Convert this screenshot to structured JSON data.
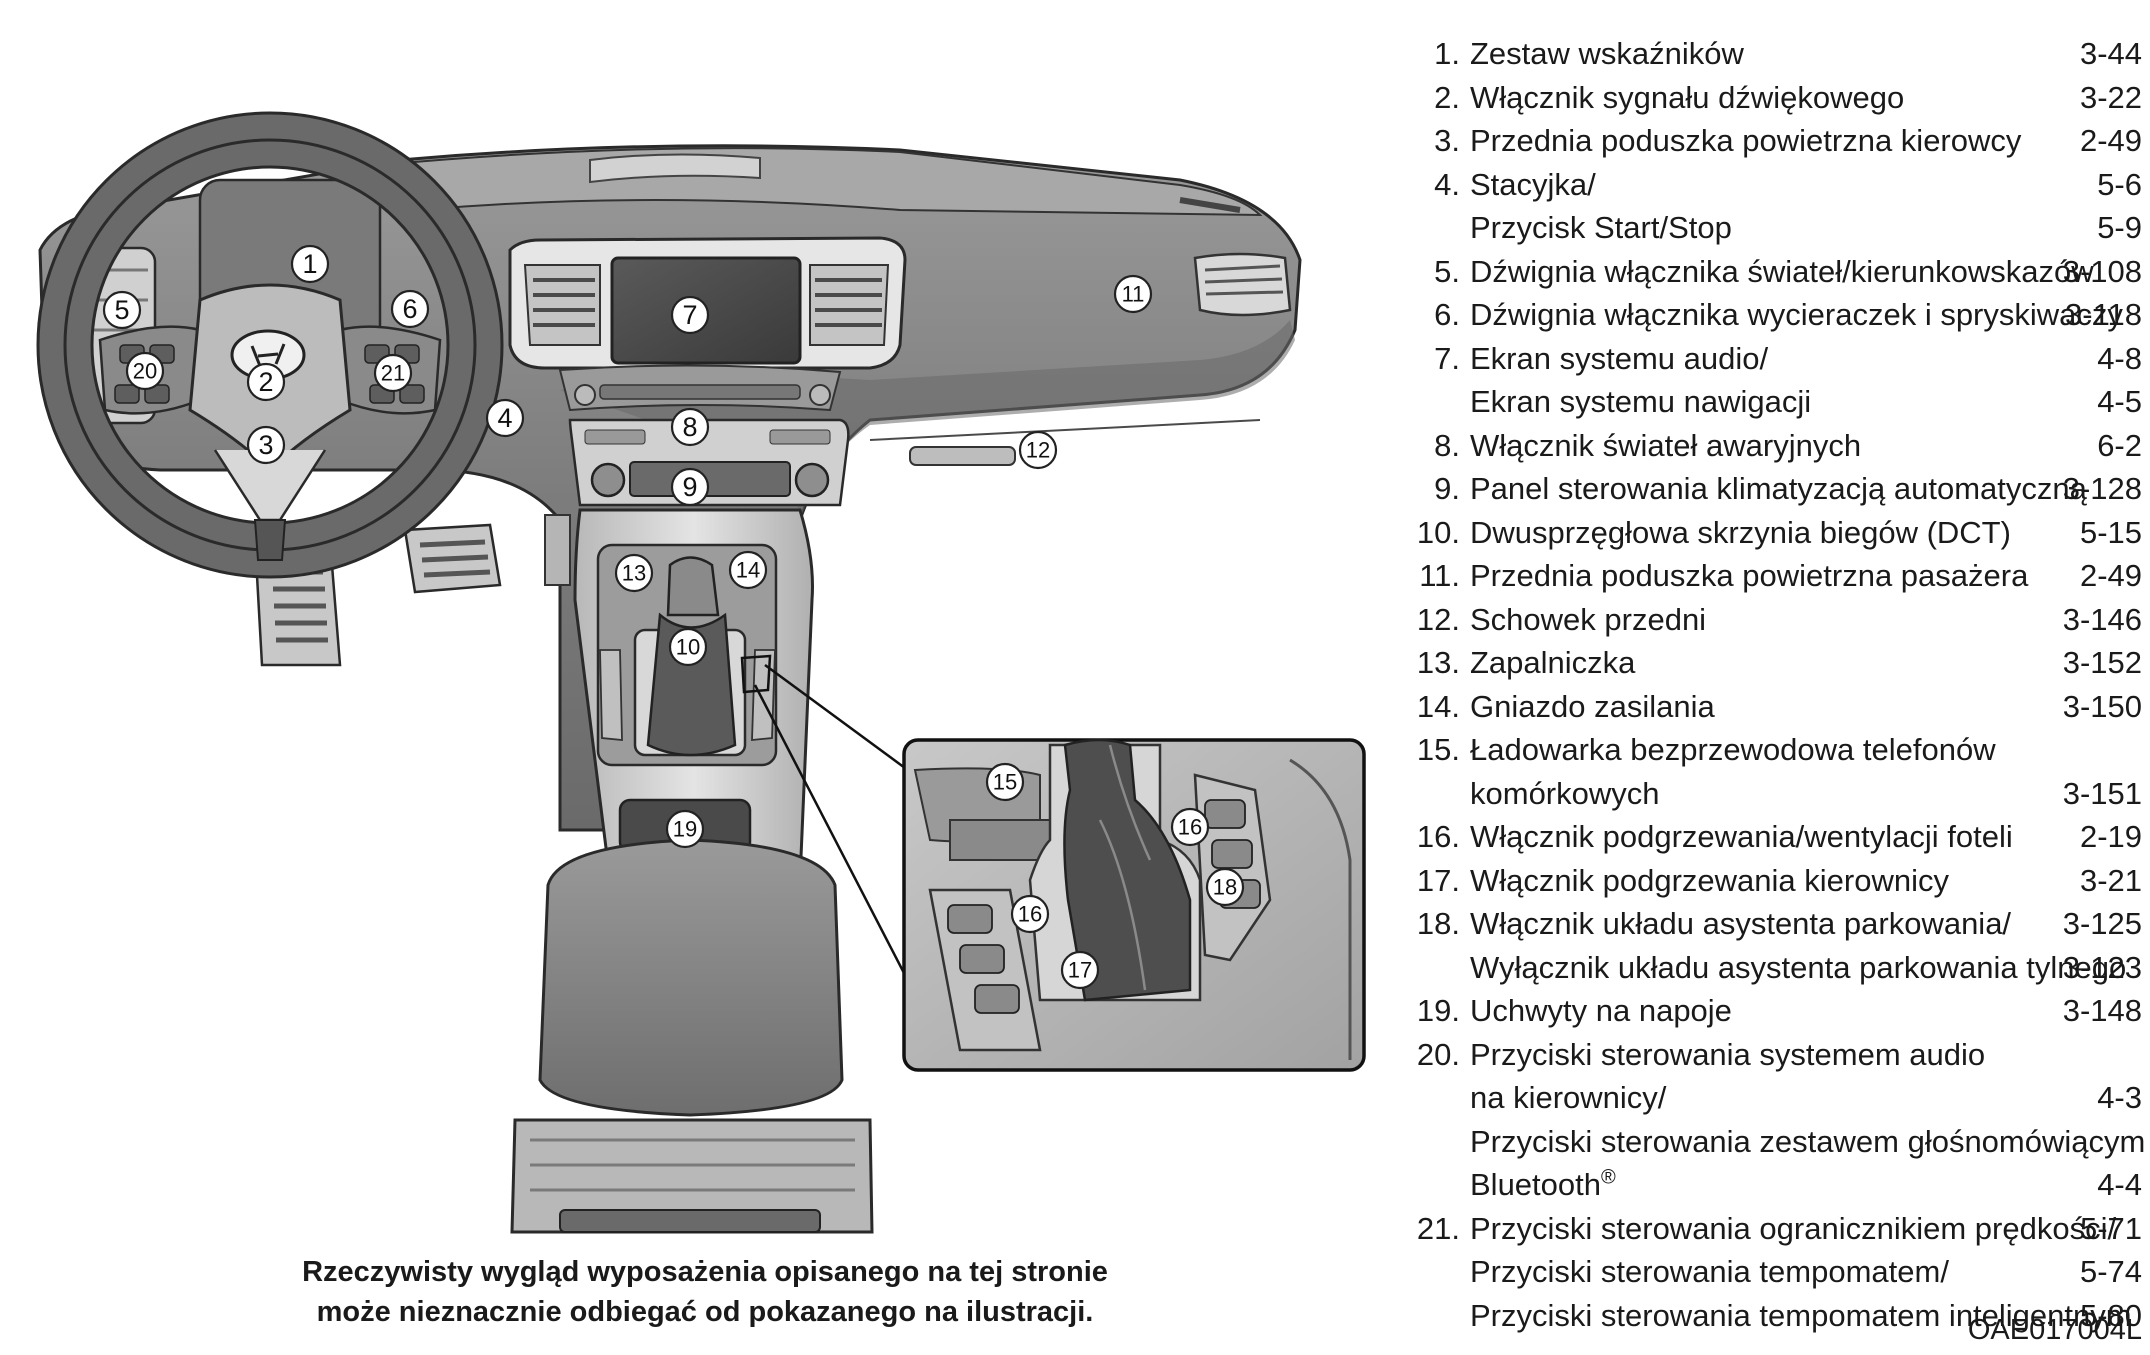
{
  "legend": [
    {
      "n": "1.",
      "lines": [
        {
          "t": "Zestaw wskaźników",
          "p": "3-44"
        }
      ]
    },
    {
      "n": "2.",
      "lines": [
        {
          "t": "Włącznik sygnału dźwiękowego",
          "p": "3-22"
        }
      ]
    },
    {
      "n": "3.",
      "lines": [
        {
          "t": "Przednia poduszka powietrzna kierowcy",
          "p": "2-49"
        }
      ]
    },
    {
      "n": "4.",
      "lines": [
        {
          "t": "Stacyjka/",
          "p": "5-6"
        },
        {
          "t": "Przycisk Start/Stop",
          "p": "5-9"
        }
      ]
    },
    {
      "n": "5.",
      "lines": [
        {
          "t": "Dźwignia włącznika świateł/kierunkowskazów",
          "p": "3-108"
        }
      ]
    },
    {
      "n": "6.",
      "lines": [
        {
          "t": "Dźwignia włącznika wycieraczek i spryskiwaczy",
          "p": "3-118"
        }
      ]
    },
    {
      "n": "7.",
      "lines": [
        {
          "t": "Ekran systemu audio/",
          "p": "4-8"
        },
        {
          "t": "Ekran systemu nawigacji",
          "p": "4-5"
        }
      ]
    },
    {
      "n": "8.",
      "lines": [
        {
          "t": "Włącznik świateł awaryjnych",
          "p": "6-2"
        }
      ]
    },
    {
      "n": "9.",
      "lines": [
        {
          "t": "Panel sterowania klimatyzacją automatyczną",
          "p": "3-128"
        }
      ]
    },
    {
      "n": "10.",
      "lines": [
        {
          "t": "Dwusprzęgłowa skrzynia biegów (DCT)",
          "p": "5-15"
        }
      ]
    },
    {
      "n": "11.",
      "lines": [
        {
          "t": "Przednia poduszka powietrzna pasażera",
          "p": "2-49"
        }
      ]
    },
    {
      "n": "12.",
      "lines": [
        {
          "t": "Schowek przedni",
          "p": "3-146"
        }
      ]
    },
    {
      "n": "13.",
      "lines": [
        {
          "t": "Zapalniczka",
          "p": "3-152"
        }
      ]
    },
    {
      "n": "14.",
      "lines": [
        {
          "t": "Gniazdo zasilania",
          "p": "3-150"
        }
      ]
    },
    {
      "n": "15.",
      "lines": [
        {
          "t": "Ładowarka bezprzewodowa telefonów",
          "p": ""
        },
        {
          "t": "komórkowych",
          "p": "3-151"
        }
      ]
    },
    {
      "n": "16.",
      "lines": [
        {
          "t": "Włącznik podgrzewania/wentylacji foteli",
          "p": "2-19"
        }
      ]
    },
    {
      "n": "17.",
      "lines": [
        {
          "t": "Włącznik podgrzewania kierownicy",
          "p": "3-21"
        }
      ]
    },
    {
      "n": "18.",
      "lines": [
        {
          "t": "Włącznik układu asystenta parkowania/",
          "p": "3-125"
        },
        {
          "t": "Wyłącznik układu asystenta parkowania tylnego",
          "p": "3-123"
        }
      ]
    },
    {
      "n": "19.",
      "lines": [
        {
          "t": "Uchwyty na napoje",
          "p": "3-148"
        }
      ]
    },
    {
      "n": "20.",
      "lines": [
        {
          "t": "Przyciski sterowania systemem audio",
          "p": ""
        },
        {
          "t": "na kierownicy/",
          "p": "4-3"
        },
        {
          "t": "Przyciski sterowania zestawem głośnomówiącym",
          "p": ""
        },
        {
          "t": "Bluetooth",
          "sup": "®",
          "p": "4-4"
        }
      ]
    },
    {
      "n": "21.",
      "lines": [
        {
          "t": "Przyciski sterowania ogranicznikiem prędkości/",
          "p": "5-71"
        },
        {
          "t": "Przyciski sterowania tempomatem/",
          "p": "5-74"
        },
        {
          "t": "Przyciski sterowania tempomatem inteligentnym",
          "p": "5-80"
        }
      ]
    }
  ],
  "callouts": [
    "1",
    "2",
    "3",
    "4",
    "5",
    "6",
    "7",
    "8",
    "9",
    "10",
    "11",
    "12",
    "13",
    "14",
    "19",
    "20",
    "21"
  ],
  "inset_callouts": [
    "15",
    "16",
    "16",
    "17",
    "18"
  ],
  "caption": [
    "Rzeczywisty wygląd wyposażenia opisanego na tej stronie",
    "może nieznacznie odbiegać od pokazanego na ilustracji."
  ],
  "figure_code": "OAE017004L",
  "colors": {
    "dash": "#8c8c8c",
    "dash_dark": "#5a5a5a",
    "dash_light": "#bdbdbd",
    "outline": "#2a2a2a"
  }
}
